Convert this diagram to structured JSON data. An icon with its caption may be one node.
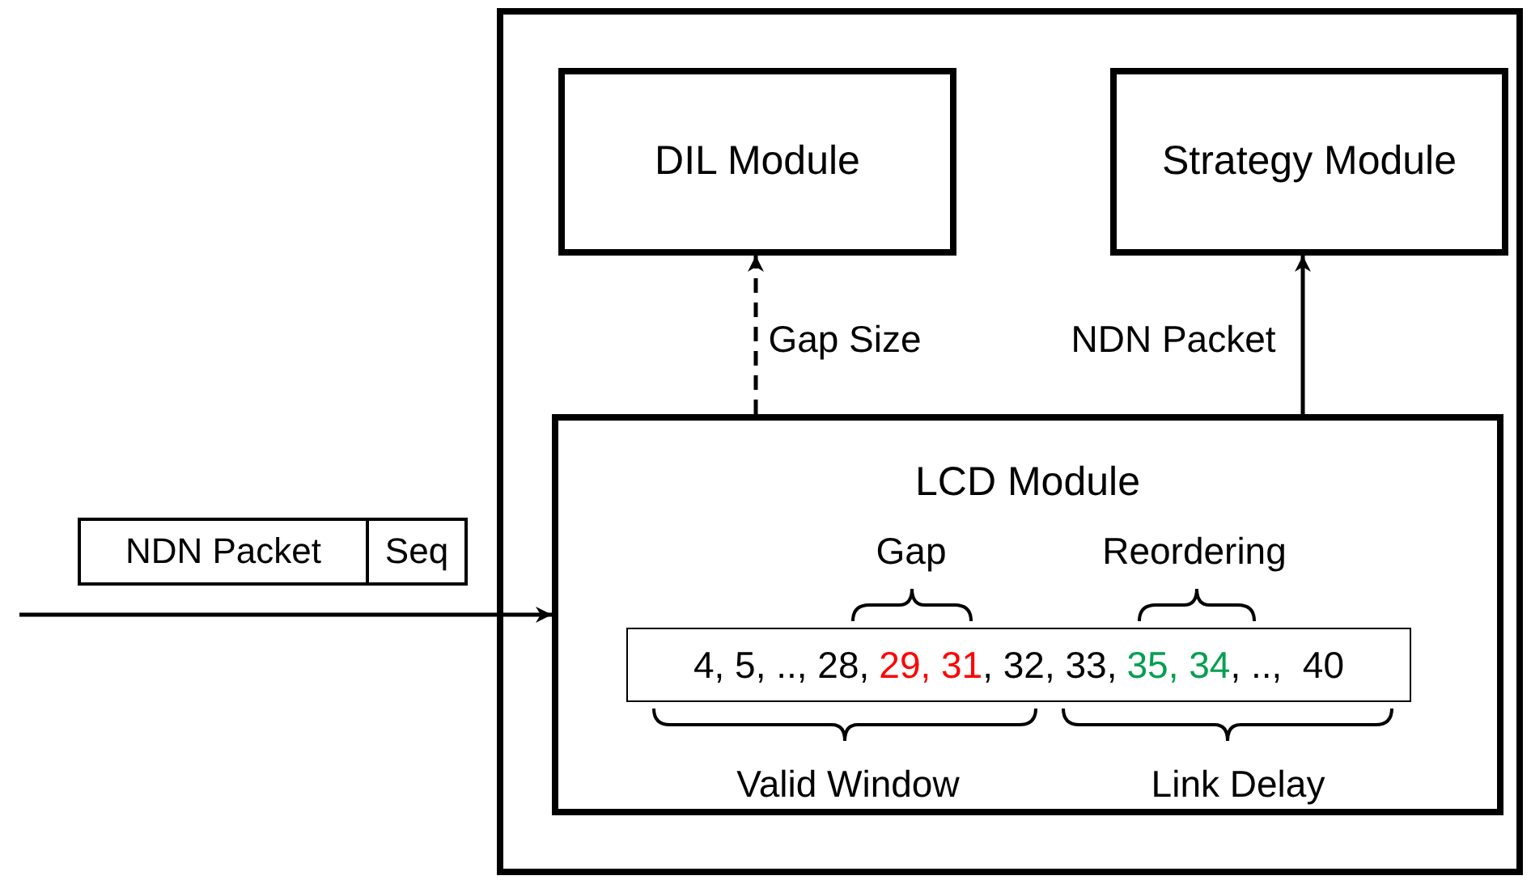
{
  "diagram": {
    "nodes": [
      {
        "text": [],
        "shape": "box"
      },
      {
        "text": [
          "DIL Module"
        ],
        "in": 0
      },
      {
        "text": [
          "Strategy Module"
        ],
        "in": 0
      },
      {
        "text": [
          "LCD Module"
        ],
        "in": 0
      },
      {
        "text": [
          "4, 5, .., 28,",
          "29, 31",
          ", 32, 33,",
          "35, 34",
          ", ..,  40"
        ],
        "in": 3
      },
      {
        "text": [
          "NDN Packet"
        ]
      },
      {
        "text": [
          "Seq"
        ]
      }
    ],
    "edges": [
      {
        "from": 3,
        "to": 1,
        "arrow": "to",
        "label": "Gap Size",
        "style": "dashed"
      },
      {
        "from": 3,
        "to": 2,
        "arrow": "to",
        "label": "NDN Packet"
      },
      {
        "from": null,
        "to": 3,
        "arrow": "to"
      }
    ],
    "labels": [
      "Gap",
      "Reordering",
      "Valid Window",
      "Link Delay"
    ]
  }
}
